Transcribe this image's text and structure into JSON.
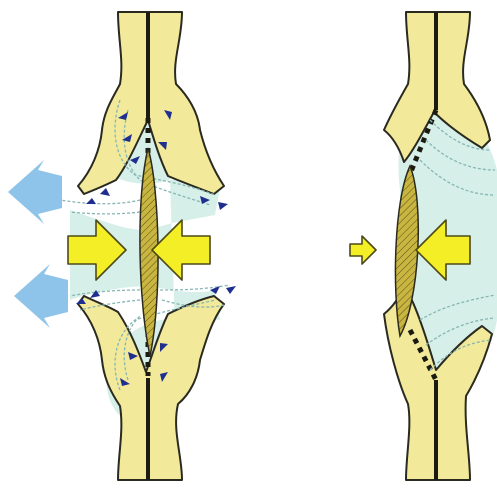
{
  "figure": {
    "panels": [
      {
        "id": "left",
        "vertical_compression": "both-sides-equal",
        "outflow_arrows": 2
      },
      {
        "id": "right",
        "vertical_compression": "one-side-large"
      }
    ],
    "colors": {
      "bone": "#f2ea9a",
      "disc": "#c8b640",
      "fluid": "#d6efe8",
      "flow_arrow": "#1f2f8f",
      "pressure_arrow": "#f3ee25",
      "outflow_arrow": "#8fc4ea"
    },
    "icons": [
      "pressure-arrow-icon",
      "outflow-arrow-icon",
      "flow-arrow-icon"
    ]
  }
}
